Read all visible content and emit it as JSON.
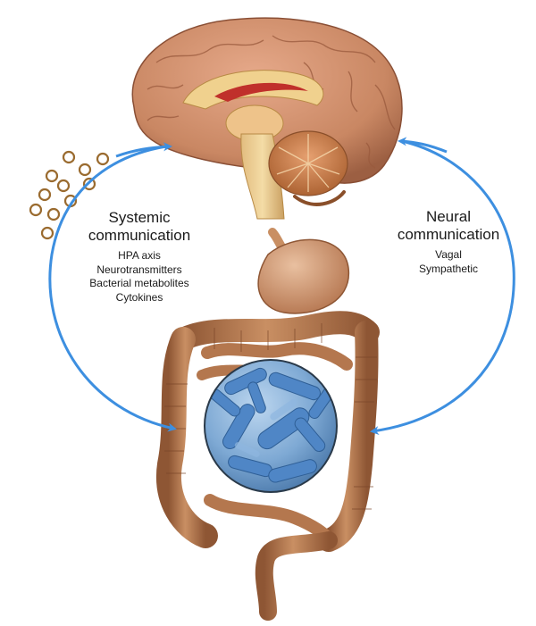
{
  "systemic": {
    "title_line1": "Systemic",
    "title_line2": "communication",
    "items": [
      "HPA axis",
      "Neurotransmitters",
      "Bacterial metabolites",
      "Cytokines"
    ]
  },
  "neural": {
    "title_line1": "Neural",
    "title_line2": "communication",
    "items": [
      "Vagal",
      "Sympathetic"
    ]
  },
  "colors": {
    "arrow": "#3d8fe0",
    "gut": "#b97a4e",
    "gut_dark": "#8b5433",
    "brain": "#c98763",
    "cerebellum": "#c97a45",
    "microbe_bg": "#7eaad6",
    "microbe_rod": "#4f86c6",
    "particle": "#9a6b2f"
  },
  "icons": [
    "brain-illustration",
    "gut-illustration",
    "microbiome-lens",
    "metabolite-particles"
  ]
}
